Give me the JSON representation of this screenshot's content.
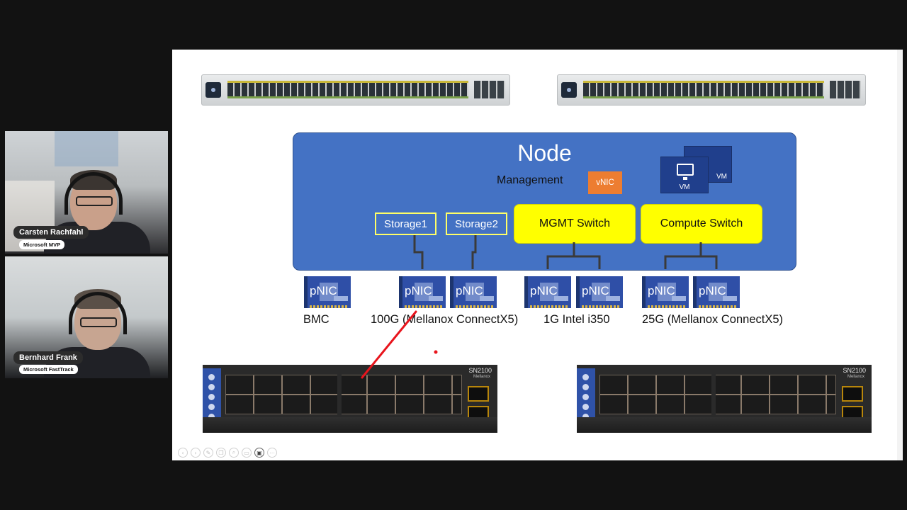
{
  "participants": [
    {
      "name": "Carsten Rachfahl",
      "role": "Microsoft MVP"
    },
    {
      "name": "Bernhard Frank",
      "role": "Microsoft FastTrack"
    }
  ],
  "slide": {
    "node_title": "Node",
    "management_label": "Management",
    "vnic_label": "vNIC",
    "vm_label": "VM",
    "vm_back_label": "VM",
    "storage1": "Storage1",
    "storage2": "Storage2",
    "mgmt_switch": "MGMT Switch",
    "compute_switch": "Compute Switch",
    "pnic_label": "pNIC",
    "nic_groups": {
      "bmc": "BMC",
      "mellanox_100g": "100G (Mellanox ConnectX5)",
      "intel_1g": "1G Intel i350",
      "mellanox_25g": "25G (Mellanox ConnectX5)"
    },
    "switch_model": "SN2100",
    "switch_brand": "Mellanox"
  },
  "colors": {
    "node_blue": "#4472c4",
    "switch_yellow": "#ffff00",
    "vnic_orange": "#ed7d31",
    "pnic_blue": "#2f4fa7",
    "laser_red": "#e8141c"
  },
  "icons": {
    "vm": "monitor-icon",
    "toolbar": [
      "prev-icon",
      "next-icon",
      "pen-icon",
      "copy-icon",
      "zoom-icon",
      "subtitle-icon",
      "camera-icon",
      "more-icon"
    ]
  }
}
